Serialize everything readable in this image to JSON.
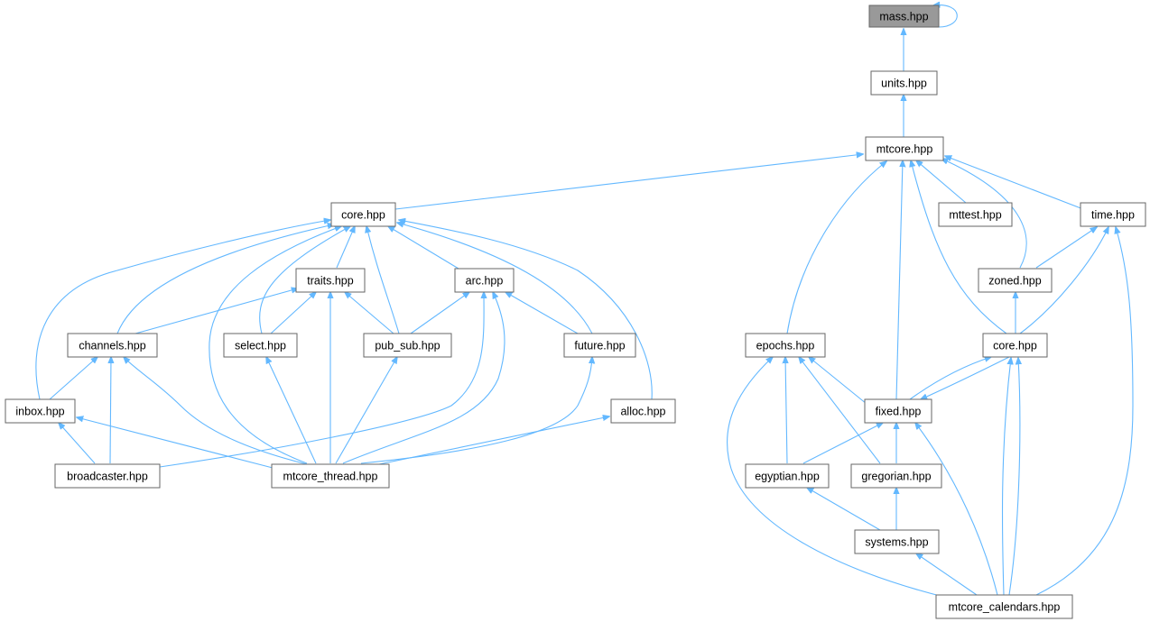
{
  "diagram": {
    "nodes": {
      "mass": "mass.hpp",
      "units": "units.hpp",
      "mtcore": "mtcore.hpp",
      "core_left": "core.hpp",
      "mttest": "mttest.hpp",
      "time": "time.hpp",
      "traits": "traits.hpp",
      "arc": "arc.hpp",
      "zoned": "zoned.hpp",
      "channels": "channels.hpp",
      "select": "select.hpp",
      "pub_sub": "pub_sub.hpp",
      "future": "future.hpp",
      "epochs": "epochs.hpp",
      "core_right": "core.hpp",
      "inbox": "inbox.hpp",
      "alloc": "alloc.hpp",
      "fixed": "fixed.hpp",
      "broadcaster": "broadcaster.hpp",
      "mtcore_thread": "mtcore_thread.hpp",
      "egyptian": "egyptian.hpp",
      "gregorian": "gregorian.hpp",
      "systems": "systems.hpp",
      "mtcore_calendars": "mtcore_calendars.hpp"
    },
    "highlighted": "mass",
    "edge_color": "#63b8ff",
    "highlight_fill": "#999999"
  }
}
